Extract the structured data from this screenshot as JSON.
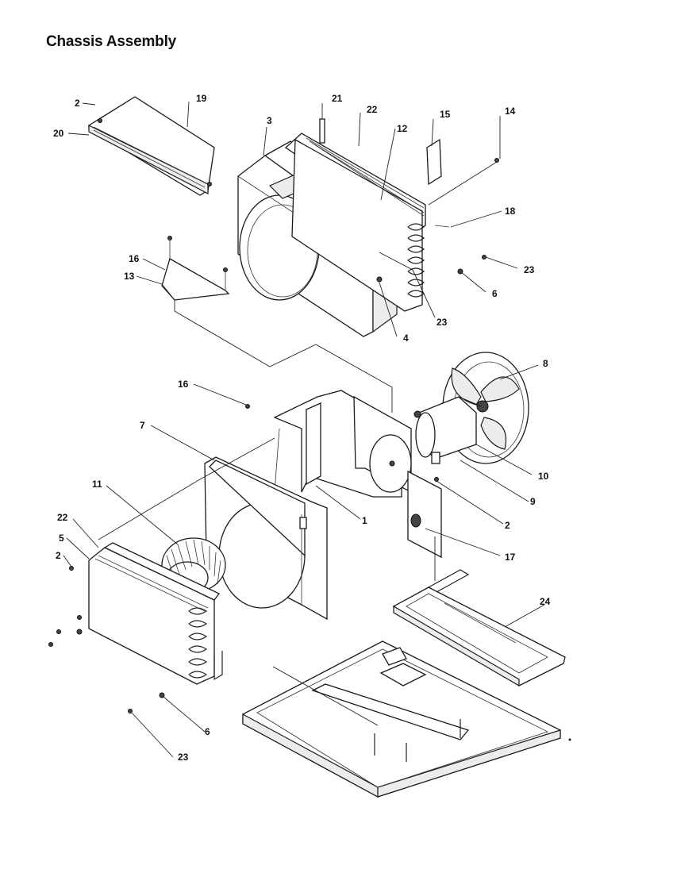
{
  "title": "Chassis Assembly",
  "callouts": [
    {
      "id": "c2a",
      "label": "2"
    },
    {
      "id": "c19",
      "label": "19"
    },
    {
      "id": "c20",
      "label": "20"
    },
    {
      "id": "c21",
      "label": "21"
    },
    {
      "id": "c22a",
      "label": "22"
    },
    {
      "id": "c3",
      "label": "3"
    },
    {
      "id": "c12",
      "label": "12"
    },
    {
      "id": "c15",
      "label": "15"
    },
    {
      "id": "c14",
      "label": "14"
    },
    {
      "id": "c18",
      "label": "18"
    },
    {
      "id": "c16a",
      "label": "16"
    },
    {
      "id": "c13",
      "label": "13"
    },
    {
      "id": "c23a",
      "label": "23"
    },
    {
      "id": "c6a",
      "label": "6"
    },
    {
      "id": "c23b",
      "label": "23"
    },
    {
      "id": "c4",
      "label": "4"
    },
    {
      "id": "c8",
      "label": "8"
    },
    {
      "id": "c16b",
      "label": "16"
    },
    {
      "id": "c7",
      "label": "7"
    },
    {
      "id": "c10",
      "label": "10"
    },
    {
      "id": "c9",
      "label": "9"
    },
    {
      "id": "c1",
      "label": "1"
    },
    {
      "id": "c2b",
      "label": "2"
    },
    {
      "id": "c11",
      "label": "11"
    },
    {
      "id": "c22b",
      "label": "22"
    },
    {
      "id": "c5",
      "label": "5"
    },
    {
      "id": "c2c",
      "label": "2"
    },
    {
      "id": "c17",
      "label": "17"
    },
    {
      "id": "c24",
      "label": "24"
    },
    {
      "id": "c6b",
      "label": "6"
    },
    {
      "id": "c23c",
      "label": "23"
    }
  ]
}
